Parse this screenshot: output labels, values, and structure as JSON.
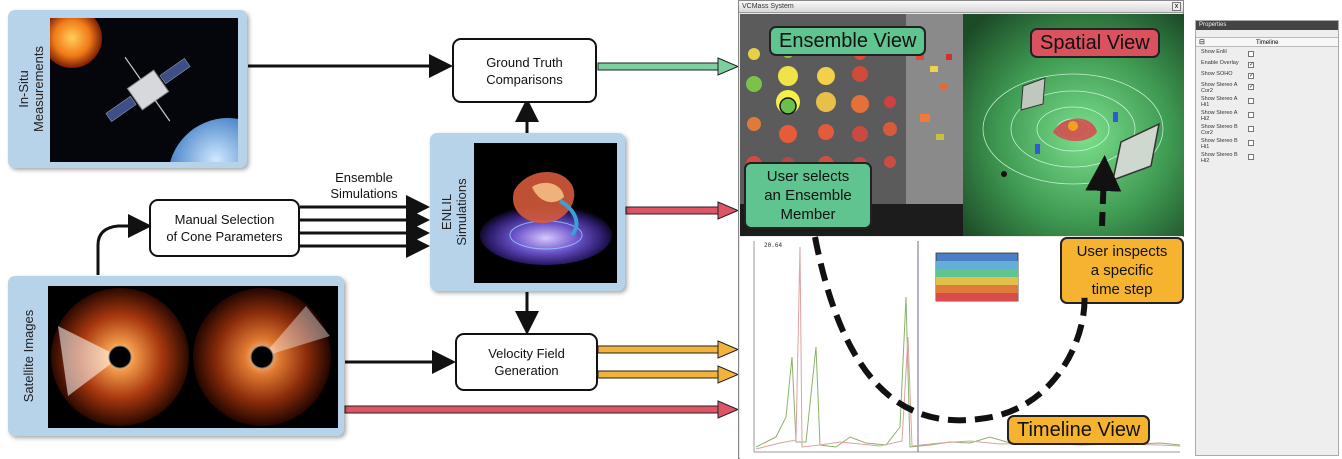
{
  "panels": {
    "in_situ": "In-Situ\nMeasurements",
    "enlil": "ENLIL\nSimulations",
    "satellite": "Satellite Images"
  },
  "boxes": {
    "ground_truth": "Ground Truth\nComparisons",
    "manual_selection": "Manual Selection\nof Cone Parameters",
    "velocity_field": "Velocity Field\nGeneration"
  },
  "labels": {
    "ensemble_simulations": "Ensemble\nSimulations"
  },
  "app": {
    "window_title": "VCMass System",
    "close_glyph": "x",
    "ensemble_view": "Ensemble View",
    "spatial_view": "Spatial View",
    "timeline_view": "Timeline View",
    "user_selects": "User selects\nan Ensemble\nMember",
    "user_inspects": "User inspects\na specific\ntime step",
    "timeline_max": "20.64"
  },
  "properties": {
    "title": "Properties",
    "column_header": "Timeline",
    "collapse_glyph": "⊟",
    "rows": [
      {
        "label": "Show Enlil",
        "checked": false
      },
      {
        "label": "Enable Overlay",
        "checked": true
      },
      {
        "label": "Show SOHO",
        "checked": true
      },
      {
        "label": "Show Stereo A Cor2",
        "checked": true
      },
      {
        "label": "Show Stereo A Hi1",
        "checked": false
      },
      {
        "label": "Show Stereo A Hi2",
        "checked": false
      },
      {
        "label": "Show Stereo B Cor2",
        "checked": false
      },
      {
        "label": "Show Stereo B Hi1",
        "checked": false
      },
      {
        "label": "Show Stereo B Hi2",
        "checked": false
      }
    ]
  },
  "colors": {
    "panel_blue": "#b7d3ea",
    "ensemble_green": "#5fc48f",
    "spatial_red": "#d9525e",
    "timeline_orange": "#f6b330",
    "arrow_green": "#7ccf9e",
    "arrow_red": "#e05566",
    "arrow_orange": "#f3b23a"
  }
}
